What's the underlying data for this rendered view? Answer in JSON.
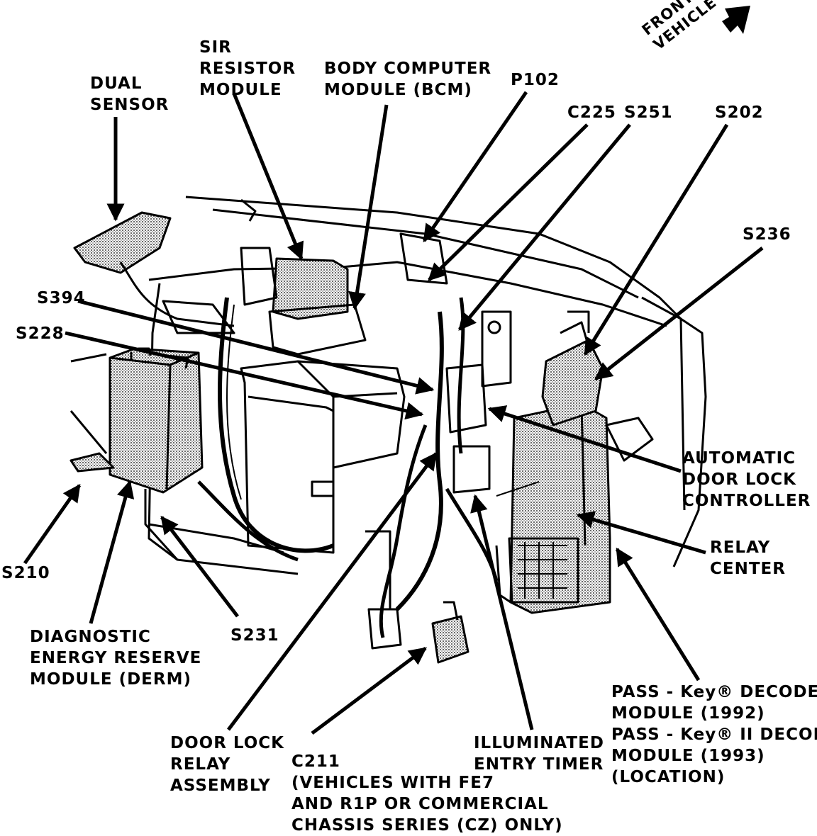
{
  "labels": {
    "dual_sensor": [
      "DUAL",
      "SENSOR"
    ],
    "sir_resistor_module": [
      "SIR",
      "RESISTOR",
      "MODULE"
    ],
    "bcm": [
      "BODY COMPUTER",
      "MODULE (BCM)"
    ],
    "p102": "P102",
    "c225": "C225",
    "s251": "S251",
    "s202": "S202",
    "s236": "S236",
    "s394": "S394",
    "s228": "S228",
    "s210": "S210",
    "s231": "S231",
    "derm": [
      "DIAGNOSTIC",
      "ENERGY RESERVE",
      "MODULE (DERM)"
    ],
    "door_lock_relay": [
      "DOOR LOCK",
      "RELAY",
      "ASSEMBLY"
    ],
    "c211": [
      "C211",
      "(VEHICLES WITH FE7",
      "AND R1P OR COMMERCIAL",
      "CHASSIS SERIES (CZ) ONLY)"
    ],
    "illuminated_entry_timer": [
      "ILLUMINATED",
      "ENTRY TIMER"
    ],
    "pass_key": [
      "PASS - Key® DECODER",
      "MODULE (1992)",
      "PASS - Key® II DECODER",
      "MODULE (1993)",
      "(LOCATION)"
    ],
    "automatic_door_lock_controller": [
      "AUTOMATIC",
      "DOOR LOCK",
      "CONTROLLER"
    ],
    "relay_center": [
      "RELAY",
      "CENTER"
    ],
    "front_of_vehicle": [
      "FRONT OF",
      "VEHICLE"
    ]
  }
}
